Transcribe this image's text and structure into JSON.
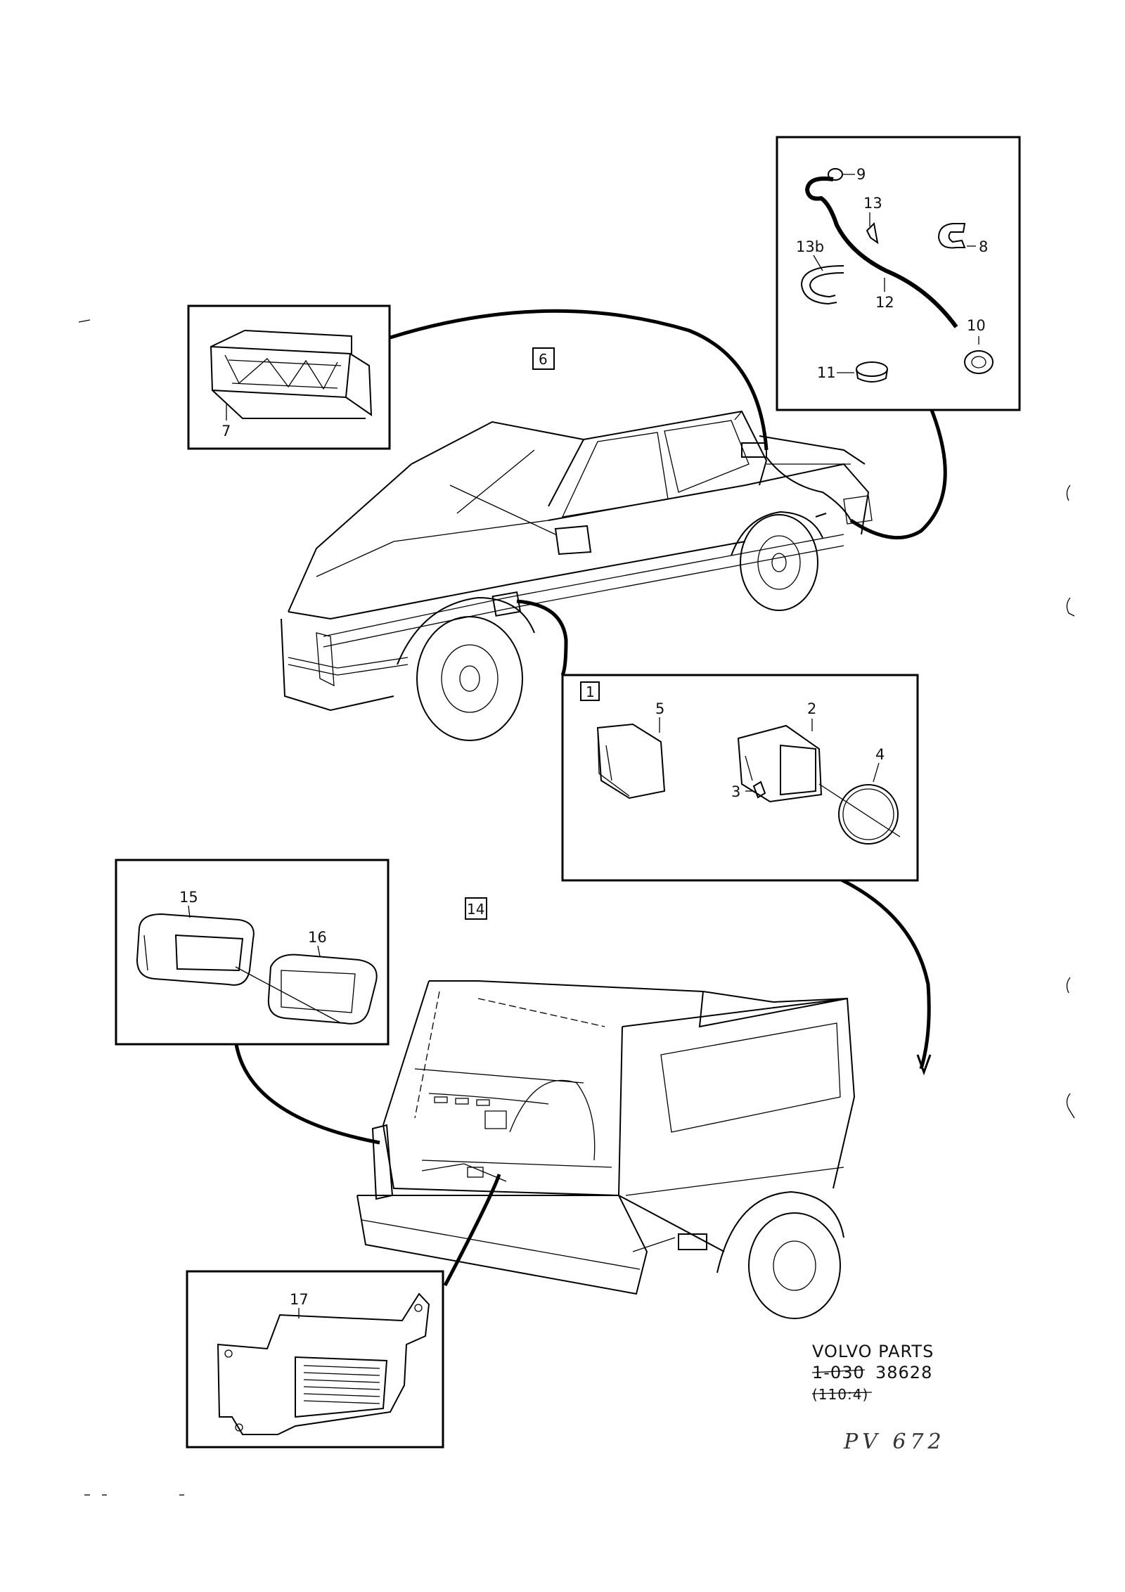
{
  "callouts": {
    "c1": "1",
    "c2": "2",
    "c3": "3",
    "c4": "4",
    "c5": "5",
    "c6": "6",
    "c7": "7",
    "c8": "8",
    "c9": "9",
    "c10": "10",
    "c11": "11",
    "c12": "12",
    "c13": "13",
    "c13b": "13b",
    "c14": "14",
    "c15": "15",
    "c16": "16",
    "c17": "17"
  },
  "footer": {
    "brand": "VOLVO PARTS",
    "code_struck": "1-030",
    "code_number": "38628",
    "code_sub_struck": "(110:4)",
    "handwritten": "PV 672"
  }
}
